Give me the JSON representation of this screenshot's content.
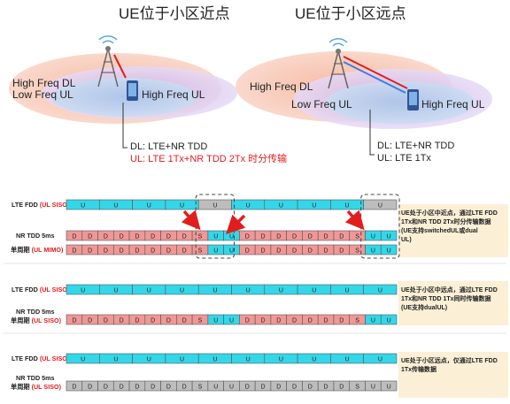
{
  "top": {
    "left_title": "UE位于小区近点",
    "right_title": "UE位于小区远点",
    "left_labels": {
      "dl": "High Freq DL",
      "ul_low": "Low Freq UL",
      "ul_high": "High Freq UL"
    },
    "right_labels": {
      "dl": "High Freq DL",
      "ul_low": "Low Freq UL",
      "ul_high": "High Freq UL"
    },
    "left_notes": {
      "dl": "DL: LTE+NR TDD",
      "ul": "UL: LTE 1Tx+NR TDD 2Tx 时分传输"
    },
    "right_notes": {
      "dl": "DL: LTE+NR TDD",
      "ul": "UL: LTE 1Tx"
    }
  },
  "colors": {
    "cyan": "#33D7E8",
    "pink": "#F09797",
    "gray": "#BDBDBD",
    "red": "#E21D1D",
    "note_bg": "#FBEFD6"
  },
  "panels": [
    {
      "lte_label": "LTE FDD",
      "lte_mode": "(UL SISO)",
      "lte_slots": [
        "U",
        "U",
        "U",
        "U",
        "U",
        "U",
        "U",
        "U",
        "U",
        "U"
      ],
      "lte_gray": [
        4,
        9
      ],
      "nr_rows": [
        {
          "label": "NR TDD 5ms",
          "slots": [
            "D",
            "D",
            "D",
            "D",
            "D",
            "D",
            "D",
            "D",
            "S",
            "U",
            "U",
            "D",
            "D",
            "D",
            "D",
            "D",
            "D",
            "D",
            "S",
            "U",
            "U"
          ],
          "cyan_u": true
        },
        {
          "label": "单周期",
          "mode": "(UL MIMO)",
          "slots": [
            "D",
            "D",
            "D",
            "D",
            "D",
            "D",
            "D",
            "D",
            "S",
            "U",
            "U",
            "D",
            "D",
            "D",
            "D",
            "D",
            "D",
            "D",
            "S",
            "U",
            "U"
          ],
          "cyan_u": true
        }
      ],
      "note": "UE处于小区中近点，通过LTE FDD 1Tx和NR TDD 2Tx时分传输数据(UE支持switchedUL或dualUL)"
    },
    {
      "lte_label": "LTE FDD",
      "lte_mode": "(UL SISO)",
      "lte_slots": [
        "U",
        "U",
        "U",
        "U",
        "U",
        "U",
        "U",
        "U",
        "U",
        "U"
      ],
      "lte_gray": [],
      "nr_rows": [
        {
          "label": "NR TDD 5ms",
          "label2": "单周期",
          "mode": "(UL SISO)",
          "slots": [
            "D",
            "D",
            "D",
            "D",
            "D",
            "D",
            "D",
            "D",
            "S",
            "U",
            "U",
            "D",
            "D",
            "D",
            "D",
            "D",
            "D",
            "D",
            "S",
            "U",
            "U"
          ],
          "cyan_u": true
        }
      ],
      "note": "UE处于小区中远点，通过LTE FDD 1Tx和NR TDD 1Tx同时传输数据(UE支持dualUL)"
    },
    {
      "lte_label": "LTE FDD",
      "lte_mode": "(UL SISO)",
      "lte_slots": [
        "U",
        "U",
        "U",
        "U",
        "U",
        "U",
        "U",
        "U",
        "U",
        "U"
      ],
      "lte_gray": [],
      "nr_rows": [
        {
          "label": "NR TDD 5ms",
          "label2": "单周期",
          "mode": "(UL SISO)",
          "slots": [
            "D",
            "D",
            "D",
            "D",
            "D",
            "D",
            "D",
            "D",
            "S",
            "U",
            "U",
            "D",
            "D",
            "D",
            "D",
            "D",
            "D",
            "D",
            "S",
            "U",
            "U"
          ],
          "all_gray": true
        }
      ],
      "note": "UE处于小区远点，仅通过LTE FDD 1Tx传输数据"
    }
  ]
}
